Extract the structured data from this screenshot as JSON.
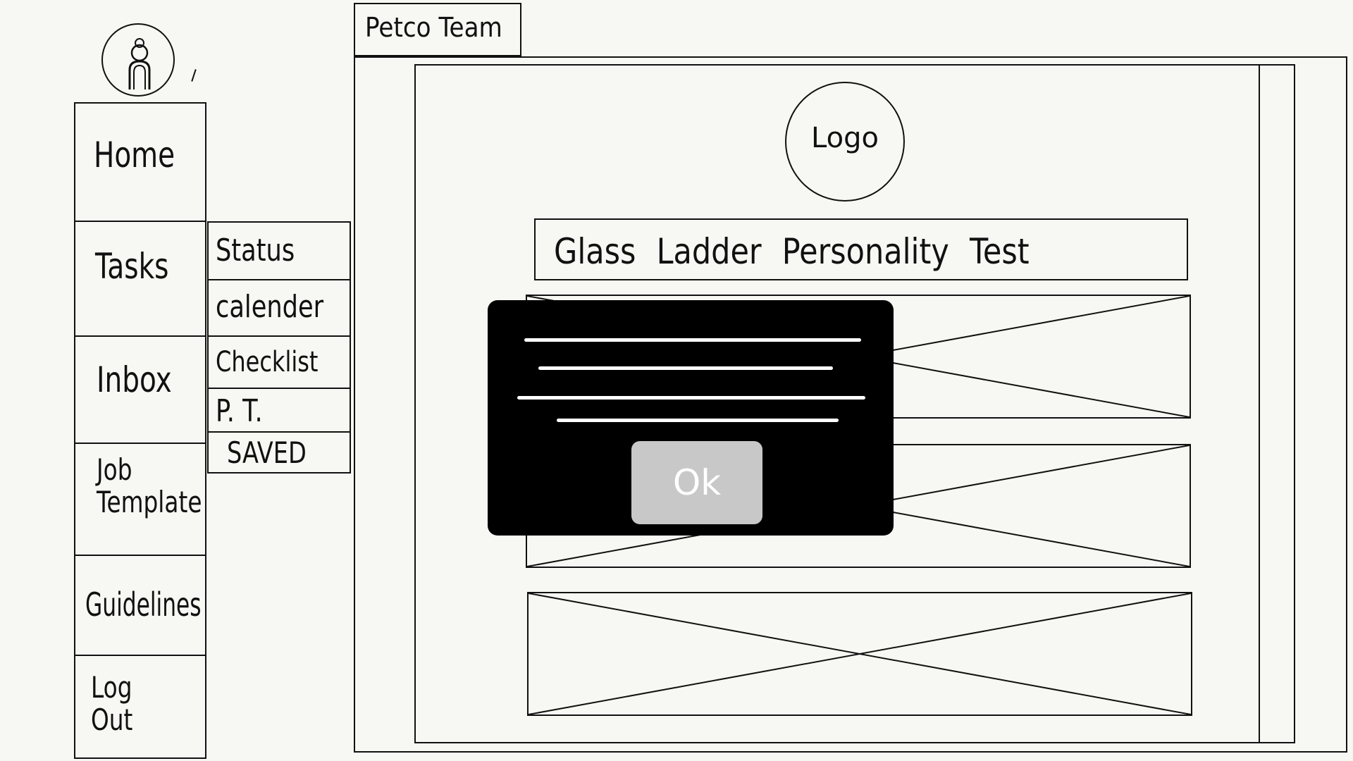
{
  "tab": {
    "label": "Petco Team"
  },
  "avatar": {
    "icon": "user-icon"
  },
  "sidebar": {
    "items": [
      {
        "label": "Home"
      },
      {
        "label": "Tasks"
      },
      {
        "label": "Inbox"
      },
      {
        "label": "Job\nTemplate"
      },
      {
        "label": "Guidelines"
      },
      {
        "label": "Log\nOut"
      }
    ]
  },
  "submenu": {
    "items": [
      {
        "label": "Status"
      },
      {
        "label": "calender"
      },
      {
        "label": "Checklist"
      },
      {
        "label": "P. T."
      },
      {
        "label": "SAVED"
      }
    ]
  },
  "main": {
    "logo_label": "Logo",
    "title": "Glass Ladder Personality Test",
    "placeholder_icon": "image-placeholder-icon"
  },
  "modal": {
    "ok_label": "Ok",
    "colors": {
      "background": "#000000",
      "button": "#c8c8c8"
    }
  }
}
